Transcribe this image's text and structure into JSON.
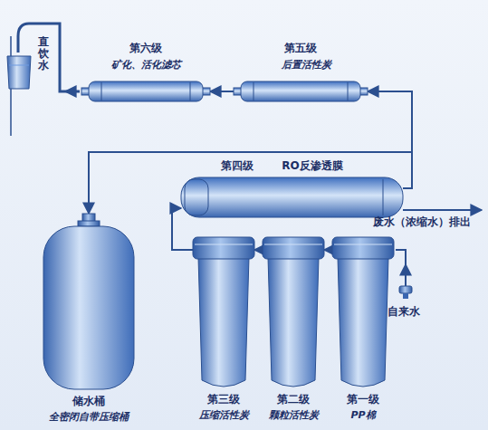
{
  "diagram": {
    "nodes": [
      {
        "text": [
          "第六级",
          "矿化、活化滤芯"
        ]
      },
      {
        "text": [
          "第五级",
          "后置活性炭"
        ]
      },
      {
        "text": [
          "第四级",
          "RO反渗透膜"
        ]
      },
      {
        "text": [
          "储水桶",
          "全密闭自带压缩桶"
        ]
      },
      {
        "text": [
          "第三级",
          "压缩活性炭"
        ]
      },
      {
        "text": [
          "第二级",
          "颗粒活性炭"
        ]
      },
      {
        "text": [
          "第一级",
          "PP棉"
        ]
      }
    ],
    "edges": [
      {
        "from": 6,
        "to": 5,
        "arrow": "to"
      },
      {
        "from": 5,
        "to": 4,
        "arrow": "to"
      },
      {
        "from": 4,
        "to": 2,
        "arrow": "to"
      },
      {
        "from": 2,
        "to": 3,
        "arrow": "to"
      },
      {
        "from": 3,
        "to": 1,
        "arrow": "to"
      },
      {
        "from": 1,
        "to": 0,
        "arrow": "to"
      }
    ],
    "labels": [
      "直饮水",
      "废水（浓缩水）排出",
      "自来水"
    ]
  }
}
